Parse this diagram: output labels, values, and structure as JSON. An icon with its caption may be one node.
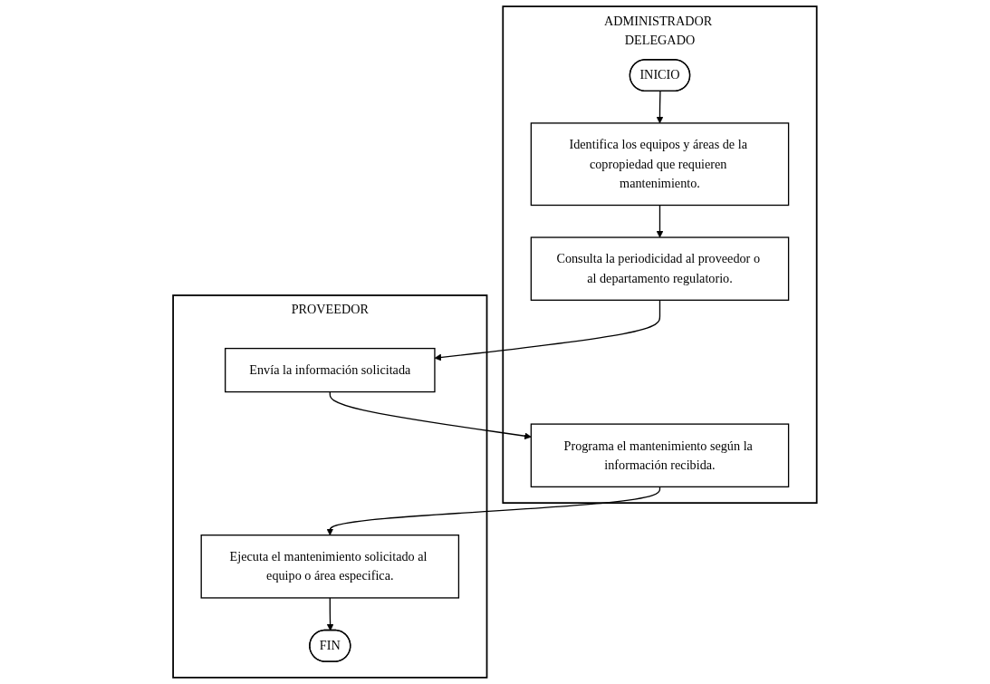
{
  "diagram": {
    "nodes": [
      {
        "text": [
          "ADMINISTRADOR DELEGADO"
        ]
      },
      {
        "text": [
          "PROVEEDOR"
        ]
      },
      {
        "text": [
          "INICIO"
        ],
        "in": 0
      },
      {
        "text": [
          "Identifica los equipos y áreas de la copropiedad que requieren mantenimiento."
        ],
        "in": 0
      },
      {
        "text": [
          "Consulta la periodicidad al proveedor o al departamento regulatorio."
        ],
        "in": 0
      },
      {
        "text": [
          "Programa el mantenimiento según la información recibida."
        ],
        "in": 0
      },
      {
        "text": [
          "Envía la información solicitada"
        ],
        "in": 1
      },
      {
        "text": [
          "Ejecuta el mantenimiento solicitado al equipo o área especifica."
        ],
        "in": 1
      },
      {
        "text": [
          "FIN"
        ],
        "in": 1
      }
    ],
    "edges": [
      {
        "from": 2,
        "to": 3,
        "arrow": "to"
      },
      {
        "from": 3,
        "to": 4,
        "arrow": "to"
      },
      {
        "from": 4,
        "to": 6,
        "arrow": "to"
      },
      {
        "from": 6,
        "to": 5,
        "arrow": "to"
      },
      {
        "from": 5,
        "to": 7,
        "arrow": "to"
      },
      {
        "from": 7,
        "to": 8,
        "arrow": "to"
      }
    ]
  }
}
